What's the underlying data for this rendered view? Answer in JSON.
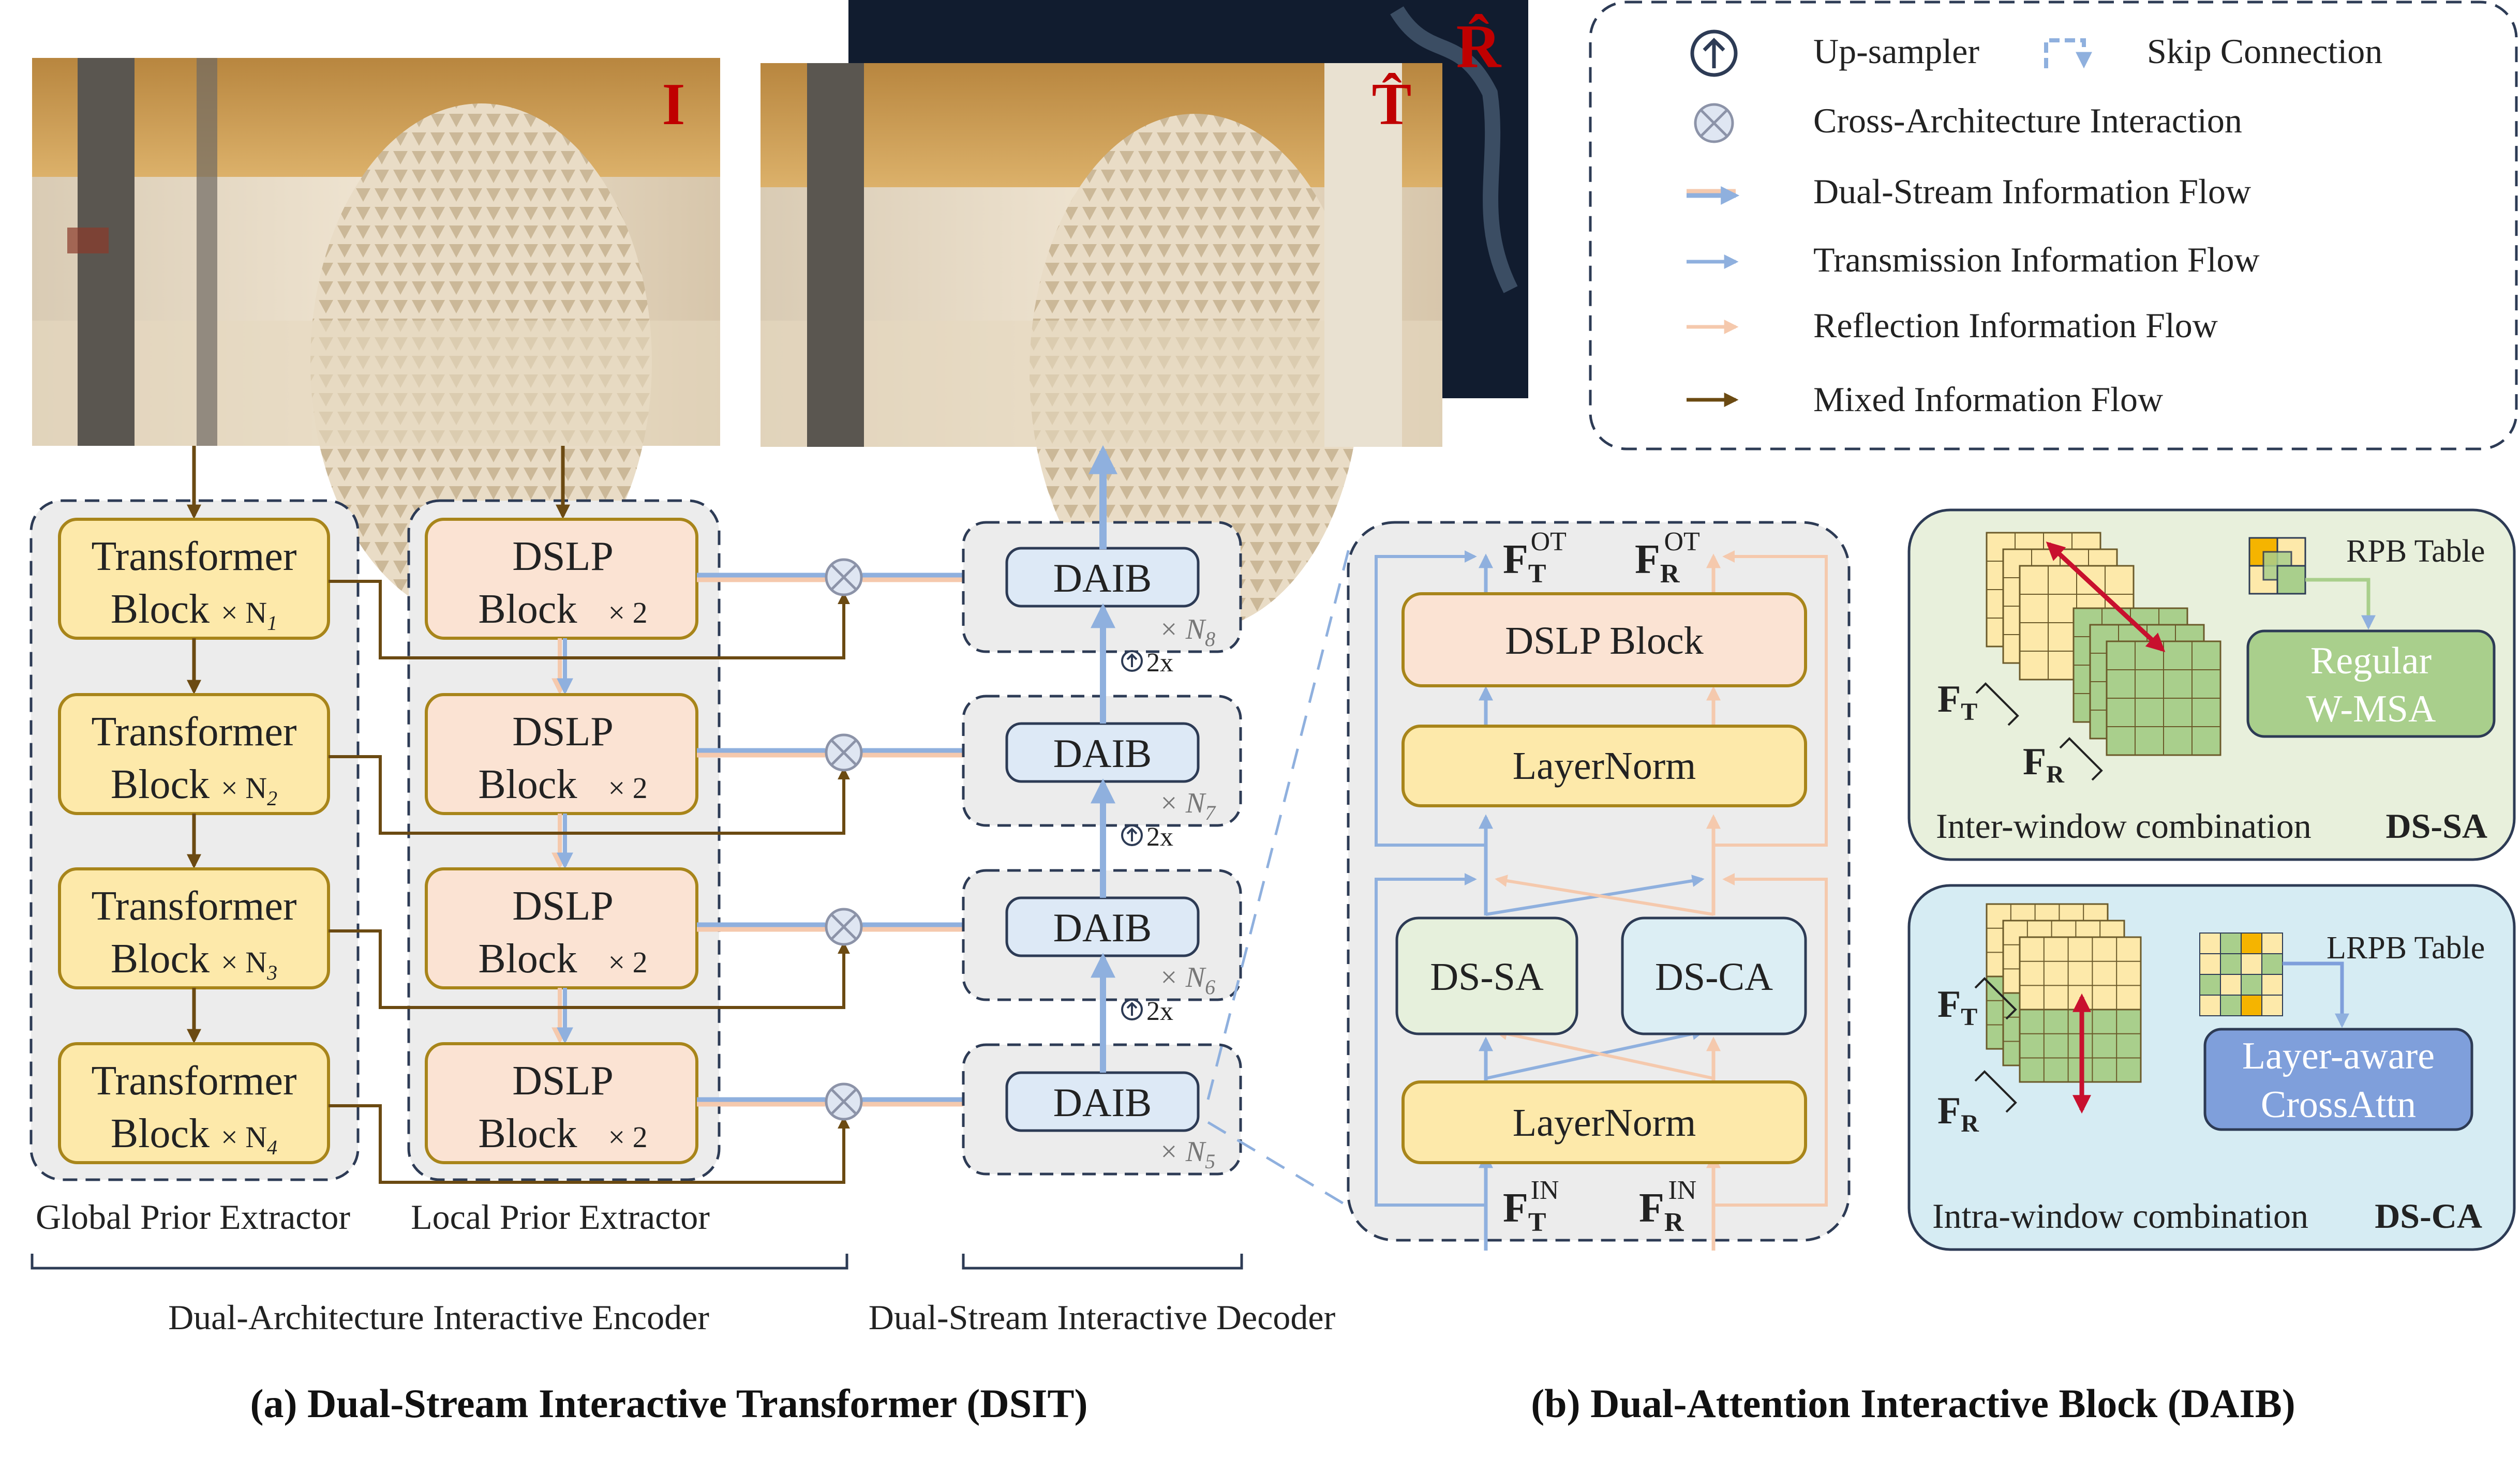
{
  "colors": {
    "transmission": "#8fb0de",
    "reflection": "#f5c9ad",
    "mixed": "#6b4a12",
    "dash_border": "#2d3b55",
    "panel_gray": "#ececec",
    "transformer_fill": "#fde9aa",
    "transformer_stroke": "#a8851a",
    "dslp_fill": "#fbe3d3",
    "dslp_stroke": "#a8851a",
    "daib_fill": "#dde9f6",
    "daib_stroke": "#2d3b55",
    "layernorm_fill": "#fde9aa",
    "dssa_fill": "#e6f0dc",
    "dsca_fill": "#dceef4",
    "dssa_panel": "#e8f0dc",
    "dsca_panel": "#d6ecf3",
    "regular_wmsa_fill": "#a9cf8c",
    "layer_aware_fill": "#7f9fdb",
    "cross_red": "#c8102e",
    "label_red": "#c00000"
  },
  "photos": {
    "input_label": "I",
    "trans_label": "T̂",
    "refl_label": "R̂"
  },
  "legend": {
    "up_sampler": "Up-sampler",
    "skip_connection": "Skip Connection",
    "cross_arch": "Cross-Architecture Interaction",
    "dual_stream": "Dual-Stream Information Flow",
    "transmission": "Transmission Information Flow",
    "reflection": "Reflection Information Flow",
    "mixed": "Mixed Information Flow"
  },
  "encoder": {
    "transformer_blocks": [
      {
        "line1": "Transformer",
        "line2": "Block",
        "mult": "× N",
        "sub": "1"
      },
      {
        "line1": "Transformer",
        "line2": "Block",
        "mult": "× N",
        "sub": "2"
      },
      {
        "line1": "Transformer",
        "line2": "Block",
        "mult": "× N",
        "sub": "3"
      },
      {
        "line1": "Transformer",
        "line2": "Block",
        "mult": "× N",
        "sub": "4"
      }
    ],
    "dslp_blocks": [
      {
        "line1": "DSLP",
        "line2": "Block",
        "mult": "× 2"
      },
      {
        "line1": "DSLP",
        "line2": "Block",
        "mult": "× 2"
      },
      {
        "line1": "DSLP",
        "line2": "Block",
        "mult": "× 2"
      },
      {
        "line1": "DSLP",
        "line2": "Block",
        "mult": "× 2"
      }
    ],
    "global_label": "Global Prior Extractor",
    "local_label": "Local Prior Extractor",
    "encoder_label": "Dual-Architecture Interactive Encoder"
  },
  "decoder": {
    "daib_blocks": [
      {
        "label": "DAIB",
        "mult": "× N",
        "sub": "8"
      },
      {
        "label": "DAIB",
        "mult": "× N",
        "sub": "7"
      },
      {
        "label": "DAIB",
        "mult": "× N",
        "sub": "6"
      },
      {
        "label": "DAIB",
        "mult": "× N",
        "sub": "5"
      }
    ],
    "up_label": "2x",
    "decoder_label": "Dual-Stream Interactive Decoder"
  },
  "daib_detail": {
    "ft_out_base": "F",
    "ft_out_sub": "T",
    "ft_out_sup": "OT",
    "fr_out_base": "F",
    "fr_out_sub": "R",
    "fr_out_sup": "OT",
    "dslp": "DSLP Block",
    "layernorm_top": "LayerNorm",
    "dssa": "DS-SA",
    "dsca": "DS-CA",
    "layernorm_bottom": "LayerNorm",
    "ft_in_base": "F",
    "ft_in_sub": "T",
    "ft_in_sup": "IN",
    "fr_in_base": "F",
    "fr_in_sub": "R",
    "fr_in_sup": "IN"
  },
  "dssa_panel": {
    "table_label": "RPB Table",
    "module_line1": "Regular",
    "module_line2": "W-MSA",
    "ft_base": "F",
    "ft_sub": "T",
    "fr_base": "F",
    "fr_sub": "R",
    "caption": "Inter-window combination",
    "tag": "DS-SA"
  },
  "dsca_panel": {
    "table_label": "LRPB Table",
    "module_line1": "Layer-aware",
    "module_line2": "CrossAttn",
    "ft_base": "F",
    "ft_sub": "T",
    "fr_base": "F",
    "fr_sub": "R",
    "caption": "Intra-window combination",
    "tag": "DS-CA"
  },
  "captions": {
    "a": "(a) Dual-Stream Interactive Transformer (DSIT)",
    "b": "(b) Dual-Attention Interactive Block (DAIB)"
  }
}
